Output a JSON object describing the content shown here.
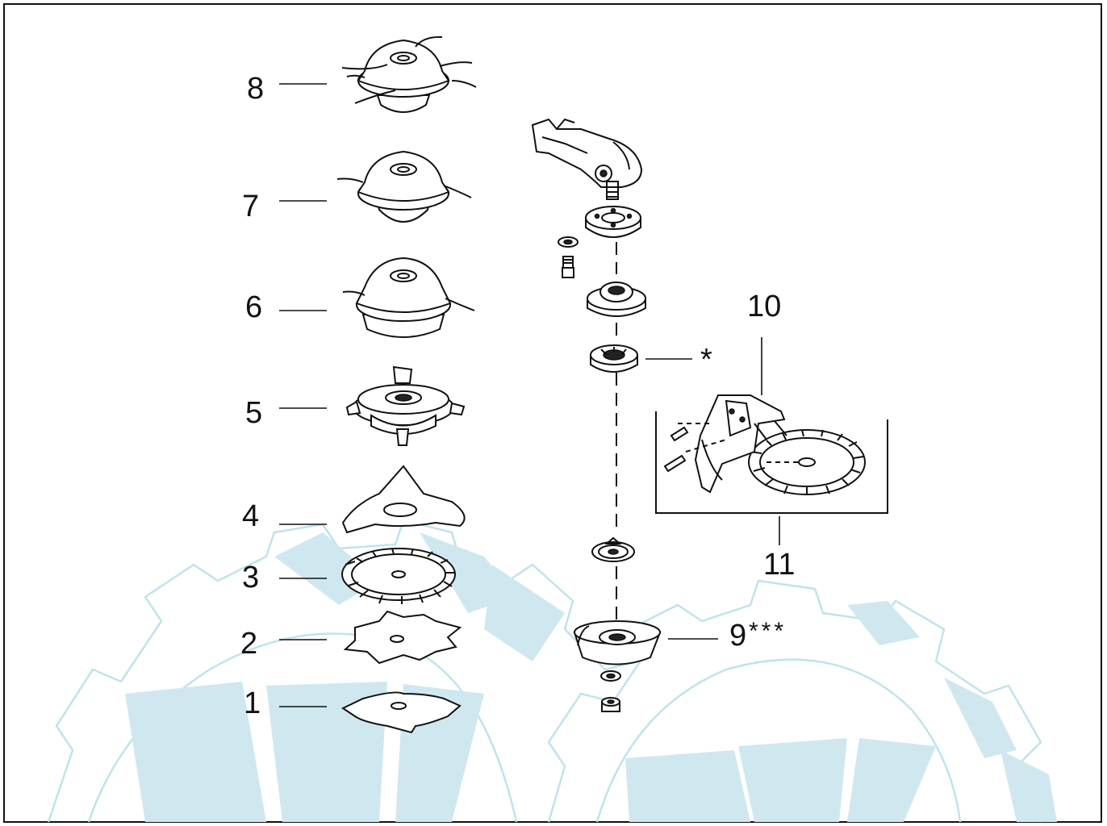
{
  "labels": {
    "l1": "1",
    "l2": "2",
    "l3": "3",
    "l4": "4",
    "l5": "5",
    "l6": "6",
    "l7": "7",
    "l8": "8",
    "l9": "9",
    "l9_stars": "***",
    "l10": "10",
    "l11": "11",
    "star": "*"
  },
  "colors": {
    "line": "#111111",
    "watermark": "#cfe8ef",
    "background": "#ffffff"
  }
}
